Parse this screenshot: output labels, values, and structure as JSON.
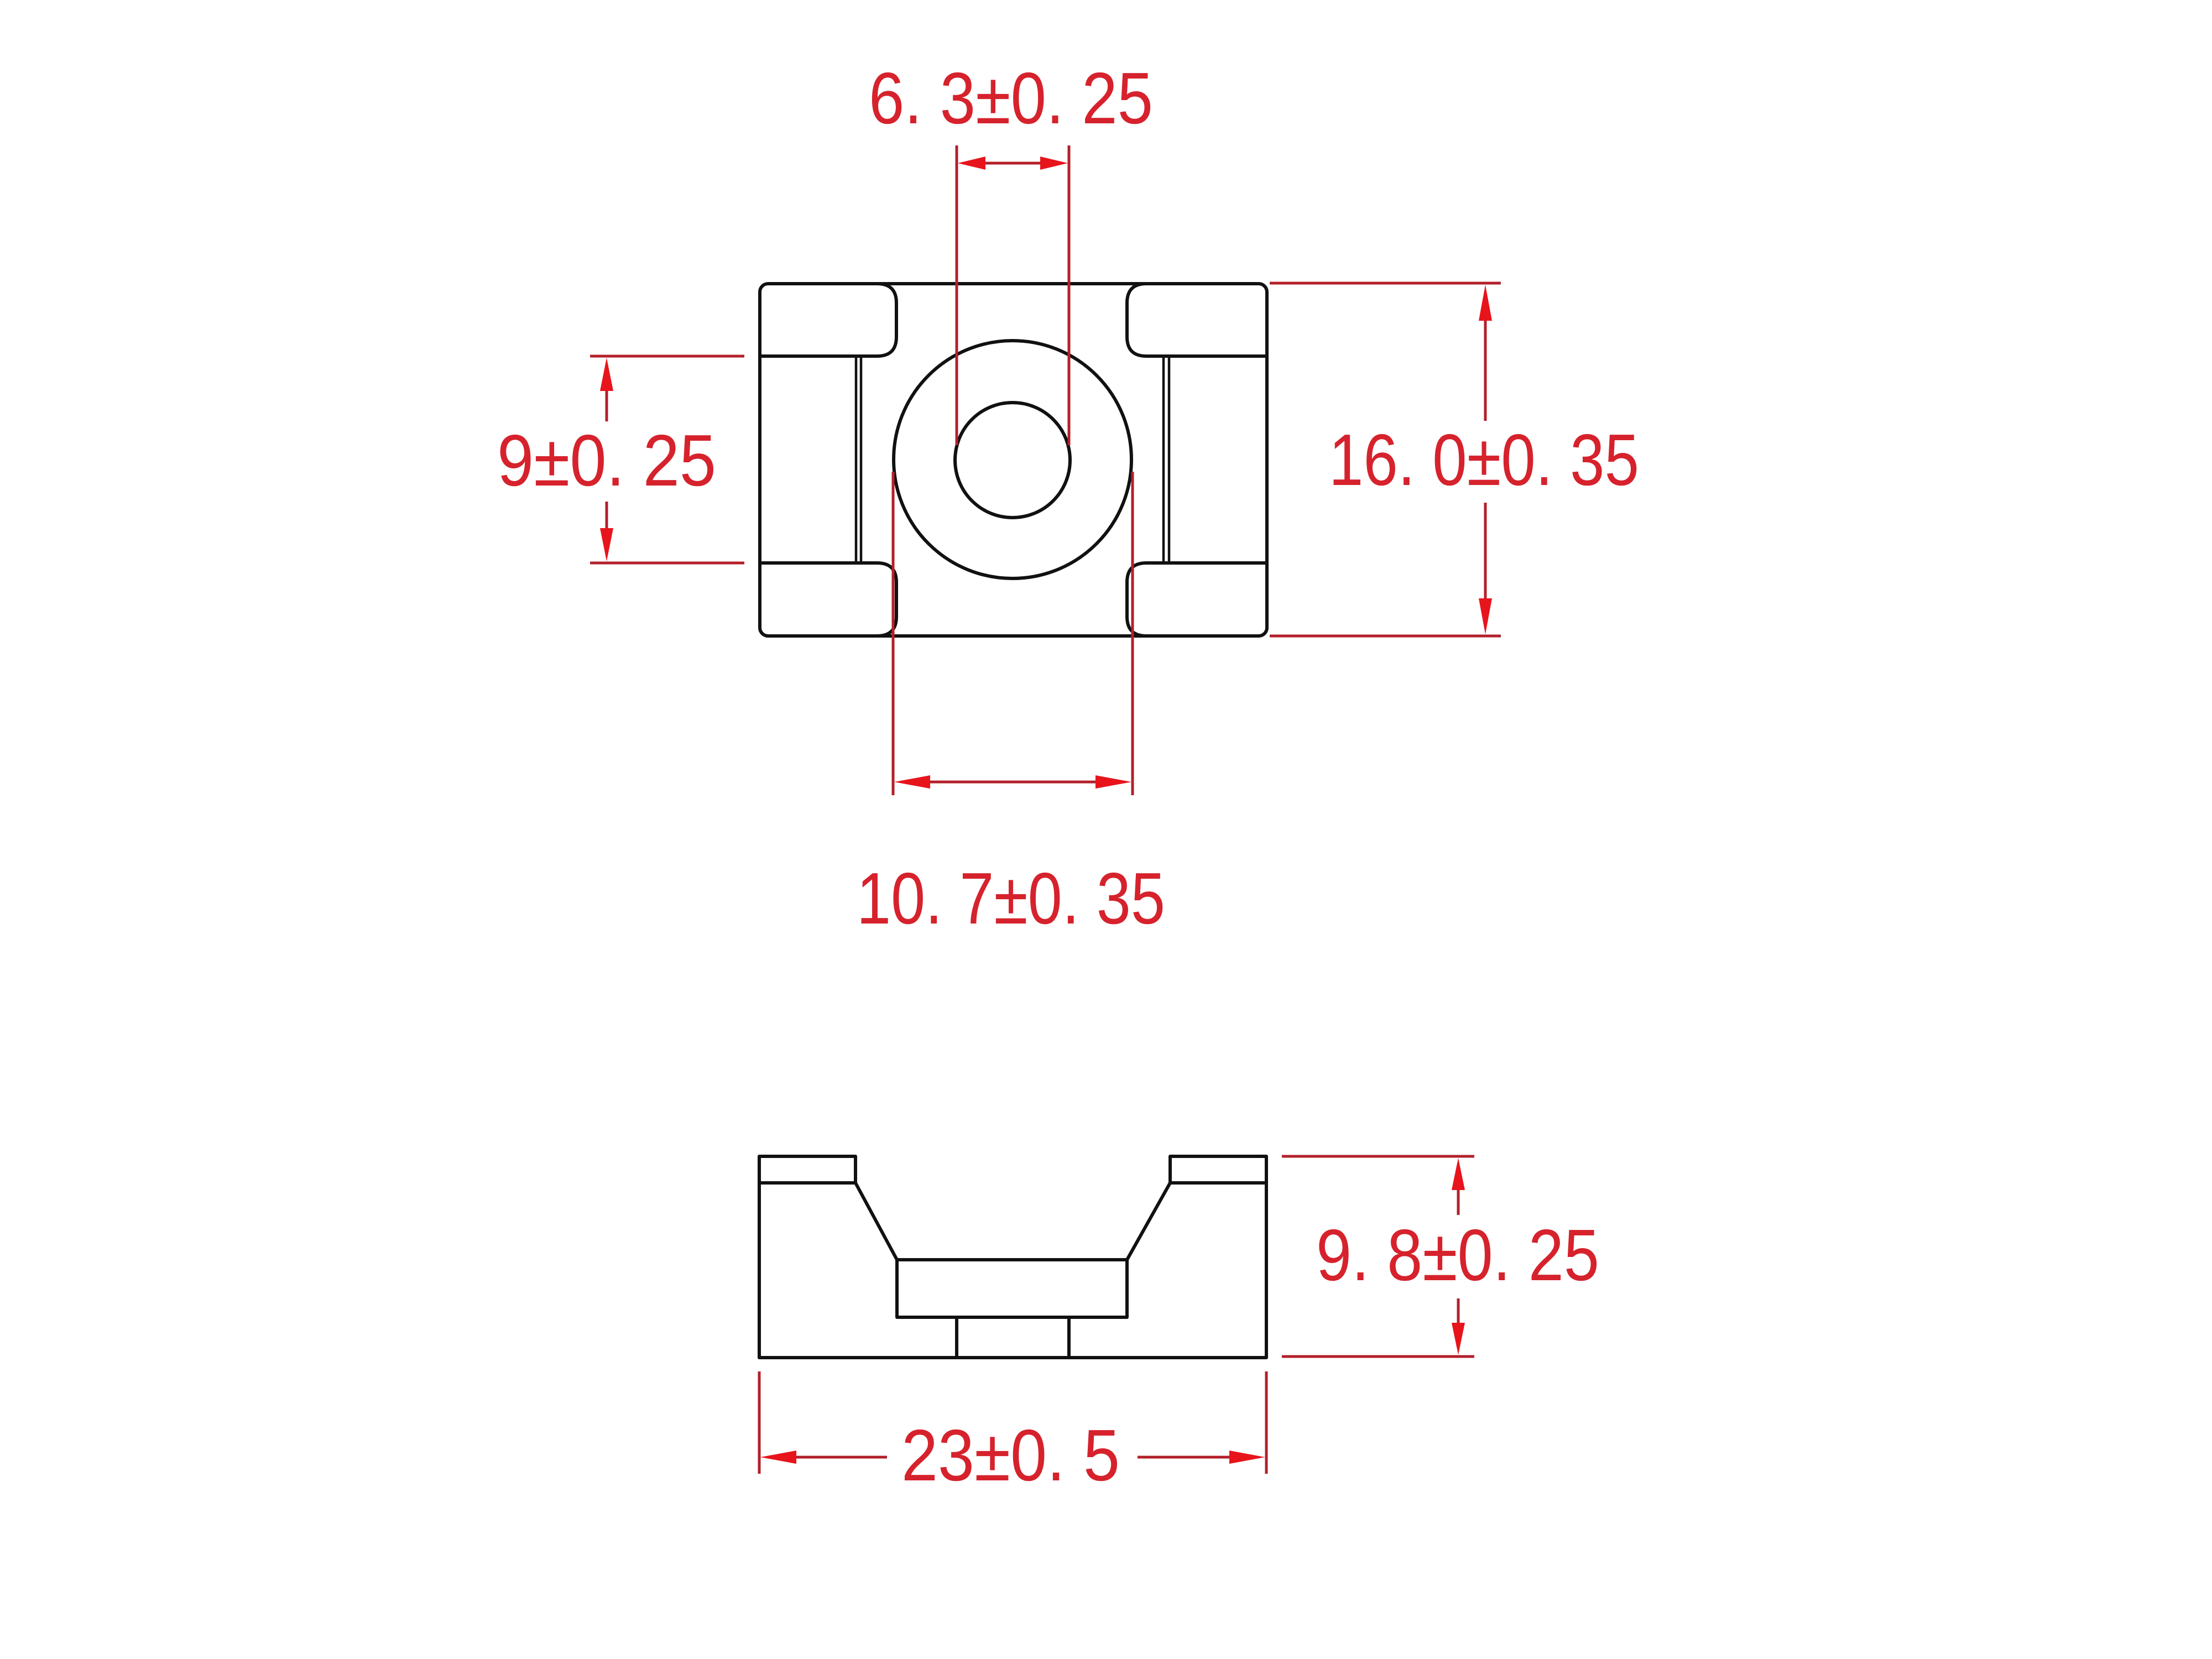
{
  "drawing": {
    "subject": "cable tie mount",
    "colors": {
      "outline": "#111111",
      "dimension_line": "#B3202A",
      "arrow": "#E8141C",
      "dimension_text": "#D6222C",
      "background": "#FFFFFF"
    },
    "views": {
      "top_view": {
        "dimensions": {
          "hole_width": {
            "label": "6. 3±0. 25",
            "value": 6.3,
            "tolerance": 0.25
          },
          "slot_width": {
            "label": "9±0. 25",
            "value": 9,
            "tolerance": 0.25
          },
          "body_depth": {
            "label": "16. 0±0. 35",
            "value": 16.0,
            "tolerance": 0.35
          },
          "boss_diameter": {
            "label": "10. 7±0. 35",
            "value": 10.7,
            "tolerance": 0.35
          }
        }
      },
      "side_view": {
        "dimensions": {
          "height": {
            "label": "9. 8±0. 25",
            "value": 9.8,
            "tolerance": 0.25
          },
          "length": {
            "label": "23±0. 5",
            "value": 23,
            "tolerance": 0.5
          }
        }
      }
    }
  }
}
